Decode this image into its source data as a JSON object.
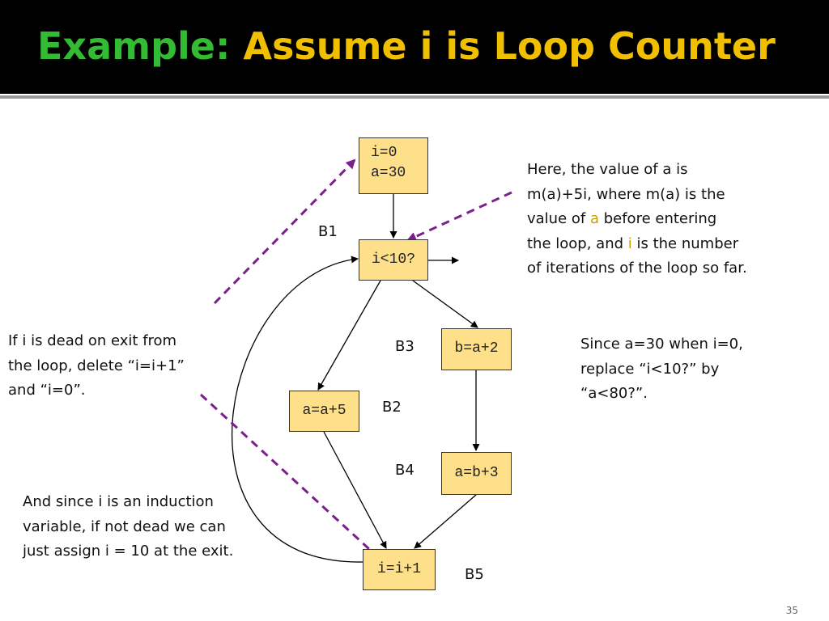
{
  "slide": {
    "title_part1": "Example:",
    "title_part2": "Assume i is Loop Counter",
    "page_number": "35"
  },
  "blocks": {
    "b1_line1": "i=0",
    "b1_line2": "a=30",
    "cond": "i<10?",
    "b3": "b=a+2",
    "b2": "a=a+5",
    "b4": "a=b+3",
    "b5": "i=i+1"
  },
  "labels": {
    "b1": "B1",
    "b2": "B2",
    "b3": "B3",
    "b4": "B4",
    "b5": "B5"
  },
  "notes": {
    "right_top": {
      "line1": "Here, the value of a is",
      "line2": "m(a)+5i, where m(a) is the",
      "line3_pre": "value of ",
      "line3_hl": "a",
      "line3_post": " before entering",
      "line4_pre": "the loop, and ",
      "line4_hl": "i",
      "line4_post": " is the number",
      "line5": "of iterations of the loop so far."
    },
    "right_mid": {
      "line1": "Since a=30 when i=0,",
      "line2": "replace “i<10?” by",
      "line3": "“a<80?”."
    },
    "left_mid": {
      "line1": "If i is dead on exit from",
      "line2": "the loop, delete “i=i+1”",
      "line3": "and “i=0”."
    },
    "left_bottom": {
      "line1": "And since i is an induction",
      "line2": "variable, if not dead we can",
      "line3": "just assign i = 10 at the exit."
    }
  },
  "colors": {
    "title_green": "#33bb33",
    "title_gold": "#f0c000",
    "box_fill": "#ffe08a",
    "dashed_arrow": "#7b1f8c",
    "highlight": "#c8a000"
  }
}
